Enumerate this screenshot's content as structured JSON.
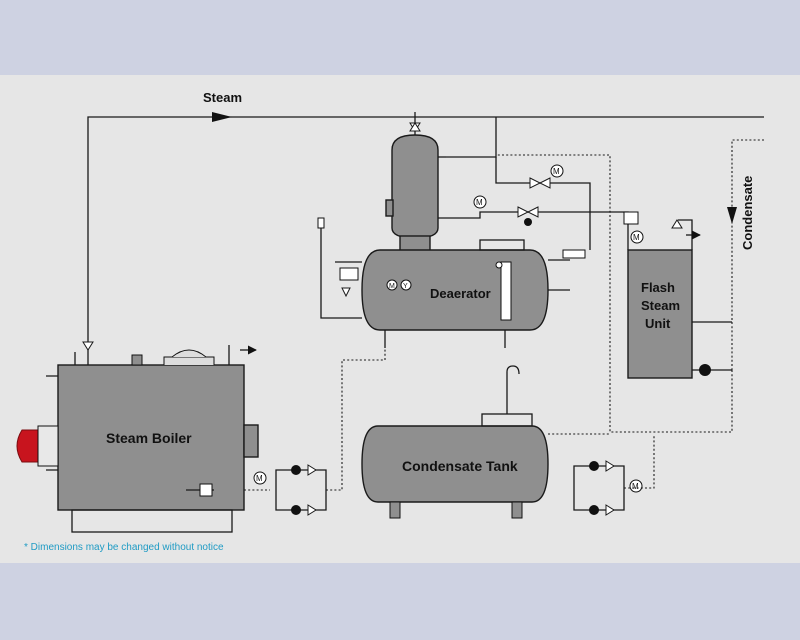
{
  "labels": {
    "steam": "Steam",
    "condensate": "Condensate",
    "deaerator": "Deaerator",
    "flash_line1": "Flash",
    "flash_line2": "Steam",
    "flash_line3": "Unit",
    "steam_boiler": "Steam Boiler",
    "condensate_tank": "Condensate Tank",
    "footnote": "* Dimensions may be changed without notice"
  },
  "instruments": {
    "motor": "M",
    "y": "Y"
  },
  "colors": {
    "panel": "#e6e6e6",
    "frame": "#ced2e2",
    "vessel": "#8f8f8f",
    "burner": "#c8141e",
    "footnote": "#1f9bc4"
  }
}
